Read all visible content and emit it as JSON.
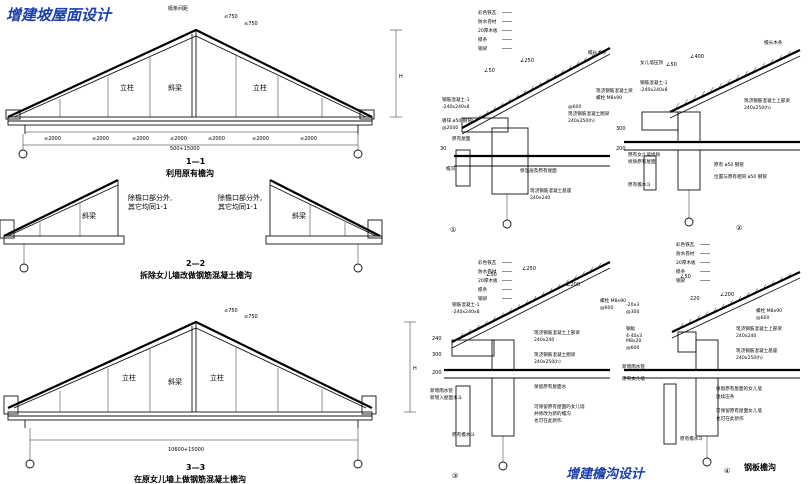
{
  "watermark_top": "增建坡屋面设计",
  "watermark_bottom": "增建檐沟设计",
  "left_sections": {
    "s1": {
      "id": "1—1",
      "title": "利用原有檐沟",
      "span_label": "500+15000",
      "bay_labels": [
        "≤2000",
        "≤2000",
        "≤2000",
        "≤2000",
        "≤2000",
        "≤2000",
        "≤2000"
      ],
      "labels": {
        "column_a": "立柱",
        "ridge": "斜梁",
        "column_b": "立柱",
        "top_dim": "檩条间距",
        "slope_a": "≤750",
        "slope_b": "≤750",
        "height": "H"
      }
    },
    "s2": {
      "id": "2—2",
      "title": "拆除女儿墙改做钢筋混凝土檐沟",
      "note_left": "除檐口部分外,\n其它均同1-1",
      "note_right": "除檐口部分外,\n其它均同1-1",
      "rafter_left": "斜梁",
      "rafter_right": "斜梁"
    },
    "s3": {
      "id": "3—3",
      "title": "在原女儿墙上做钢筋混凝土檐沟",
      "span_label": "10600+15000",
      "labels": {
        "column_a": "立柱",
        "ridge": "斜梁",
        "column_b": "立柱",
        "slope_a": "≤750",
        "slope_b": "≤750",
        "height": "H"
      }
    }
  },
  "details": {
    "d1": {
      "number": "①",
      "labels": [
        "彩色铁瓦",
        "防水卷材",
        "20厚木板",
        "檩条",
        "钢梁"
      ],
      "callouts": [
        "钢筋混凝土-1",
        "-240x240x8",
        "镀锌 ø50 钢管",
        "@2000",
        "原有屋面",
        "檐沟",
        "保温层及原有屋面",
        "现浇钢筋混凝土梁",
        "螺栓 M8x90",
        "@600",
        "现浇钢筋混凝土圈梁",
        "240x250(h)",
        "檐长木条",
        "现浇钢筋混凝土基座",
        "240x240"
      ],
      "dims": [
        "∠50",
        "∠250",
        "30"
      ]
    },
    "d2": {
      "number": "②",
      "callouts": [
        "女儿墙压顶",
        "钢筋混凝土-1",
        "-240x240x8",
        "檐长木条",
        "现浇钢筋混凝土上部梁",
        "240x250(h)",
        "原有女儿墙拆除",
        "拆除原有屋面",
        "原有檐水斗",
        "原有 ø50 钢管",
        "位置与原有相同 ø50 钢管"
      ],
      "dims": [
        "∠50",
        "∠400",
        "300",
        "200"
      ]
    },
    "d3": {
      "number": "③",
      "labels": [
        "彩色铁瓦",
        "防水卷材",
        "20厚木板",
        "檩条",
        "钢梁"
      ],
      "callouts": [
        "钢筋混凝土-1",
        "-240x240x8",
        "螺栓 M8x90",
        "@600",
        "现浇钢筋混凝土上部梁",
        "240x240",
        "现浇钢筋混凝土圈梁",
        "240x250(h)",
        "新增雨水管",
        "新增入屋面水斗",
        "保留原有屋面水",
        "可保留原有屋面的女儿墙",
        "并修改为新的檐沟",
        "也可在此新作",
        "原有檐水斗"
      ],
      "dims": [
        "∠50",
        "∠250",
        "∠200",
        "240",
        "300",
        "200"
      ]
    },
    "d4": {
      "number": "④",
      "title": "钢板檐沟",
      "labels": [
        "彩色铁瓦",
        "防水卷材",
        "20厚木板",
        "檩条",
        "钢梁"
      ],
      "callouts": [
        "-20x3",
        "@300",
        "钢板",
        "4-40x3",
        "M8x20",
        "@600",
        "螺栓 M8x90",
        "@600",
        "现浇钢筋混凝土上部梁",
        "240x240",
        "现浇钢筋混凝土基座",
        "240x250(h)",
        "新增雨水管",
        "原有女儿墙",
        "保留原有屋面的女儿墙",
        "连续压条",
        "可保留原有屋面女儿墙",
        "也可在此新作",
        "原有檐水斗"
      ],
      "dims": [
        "∠50",
        "220",
        "∠200"
      ]
    }
  }
}
